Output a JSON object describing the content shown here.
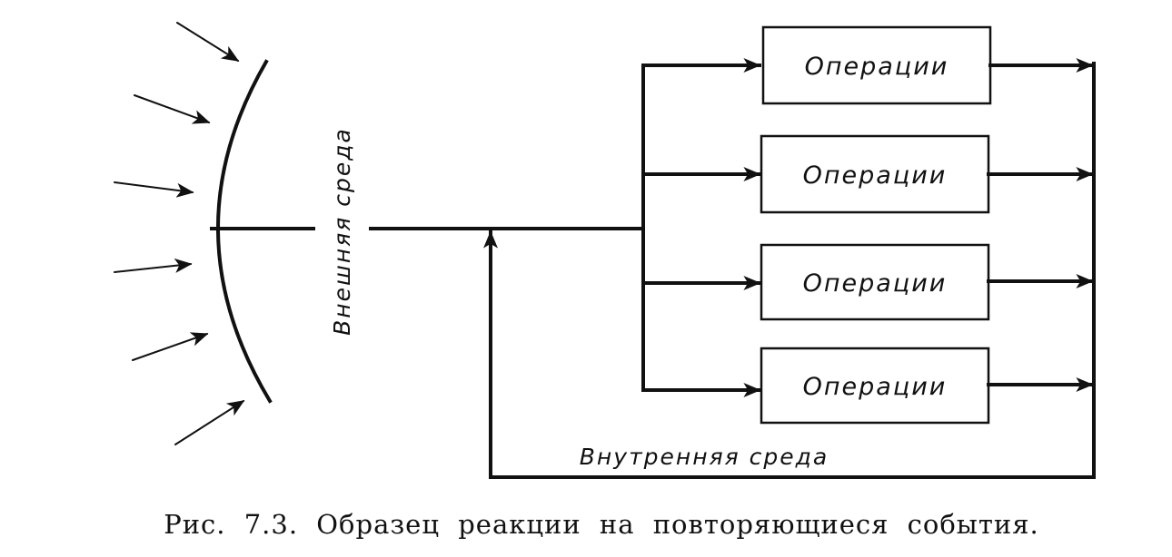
{
  "diagram": {
    "external_env_label": "Внешняя среда",
    "internal_env_label": "Внутренняя среда",
    "operations": [
      {
        "label": "Операции"
      },
      {
        "label": "Операции"
      },
      {
        "label": "Операции"
      },
      {
        "label": "Операции"
      }
    ],
    "caption": "Рис. 7.3. Образец реакции на повторяющиеся события."
  }
}
